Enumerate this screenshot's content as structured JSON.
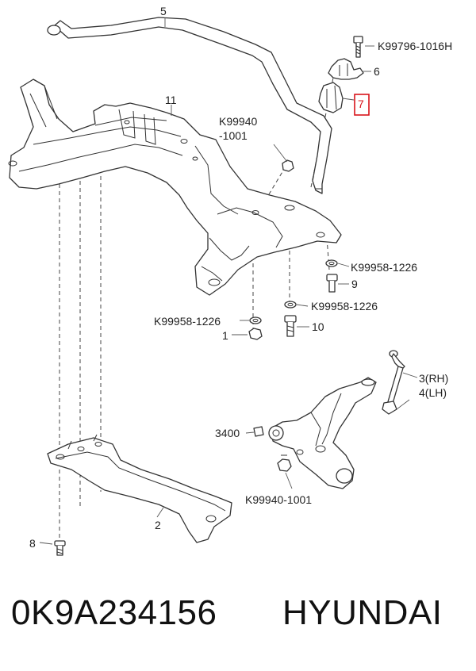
{
  "diagram": {
    "callouts": {
      "c5": "5",
      "c_k99796": "K99796-1016H",
      "c6": "6",
      "c7": "7",
      "c11": "11",
      "c_k99940_a": "K99940",
      "c_k99940_b": "-1001",
      "c_k99958_9": "K99958-1226",
      "c9": "9",
      "c_k99958_10": "K99958-1226",
      "c10": "10",
      "c_k99958_1": "K99958-1226",
      "c1": "1",
      "c3": "3(RH)",
      "c4": "4(LH)",
      "c3400": "3400",
      "c_k99940_bot": "K99940-1001",
      "c2": "2",
      "c8": "8"
    },
    "highlight_color": "#d9141b"
  },
  "caption": {
    "part_number": "0K9A234156",
    "brand": "HYUNDAI"
  }
}
